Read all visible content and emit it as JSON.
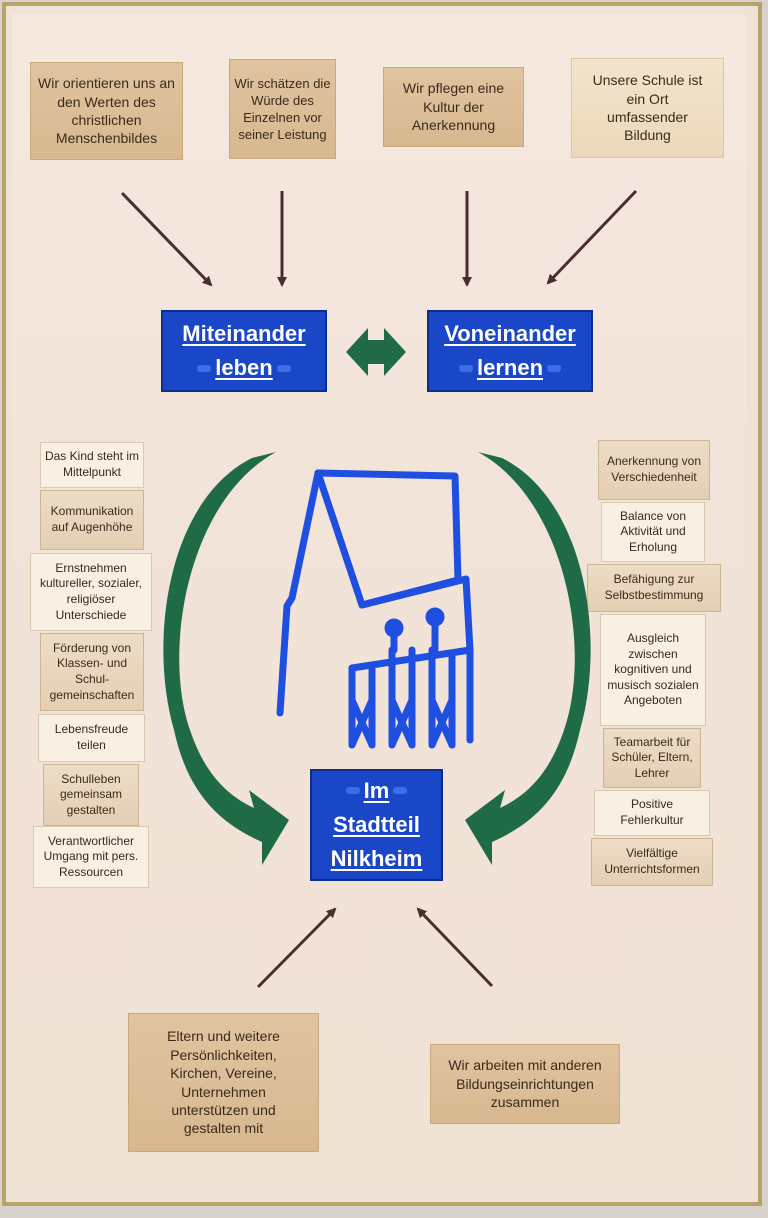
{
  "top_values": [
    "Wir orientieren uns an den Werten des christlichen Menschenbildes",
    "Wir schätzen die Würde des Einzelnen vor seiner Leistung",
    "Wir pflegen eine Kultur der Anerkennung",
    "Unsere Schule ist ein Ort umfassender Bildung"
  ],
  "center": {
    "left_label_1": "Miteinander",
    "left_label_2": "leben",
    "right_label_1": "Voneinander",
    "right_label_2": "lernen",
    "bottom_label_1": "Im",
    "bottom_label_2": "Stadtteil",
    "bottom_label_3": "Nilkheim"
  },
  "left_items": [
    "Das Kind steht im Mittelpunkt",
    "Kommunikation auf Augenhöhe",
    "Ernstnehmen kultureller, sozialer, religiöser Unterschiede",
    "Förderung von Klassen- und Schul- gemeinschaften",
    "Lebensfreude teilen",
    "Schulleben gemeinsam gestalten",
    "Verantwortlicher Umgang mit pers. Ressourcen"
  ],
  "right_items": [
    "Anerkennung von Verschiedenheit",
    "Balance von Aktivität und Erholung",
    "Befähigung zur Selbstbestimmung",
    "Ausgleich zwischen kognitiven und musisch sozialen Angeboten",
    "Teamarbeit für Schüler, Eltern, Lehrer",
    "Positive Fehlerkultur",
    "Vielfältige Unterrichtsformen"
  ],
  "bottom_items": [
    "Eltern und weitere Persönlichkeiten, Kirchen, Vereine, Unternehmen unterstützen und gestalten mit",
    "Wir arbeiten mit anderen Bildungseinrichtungen zusammen"
  ],
  "colors": {
    "blue": "#1a46c8",
    "green": "#1f6b46",
    "arrow": "#4a2e2e",
    "tan": "#d7b88f"
  }
}
